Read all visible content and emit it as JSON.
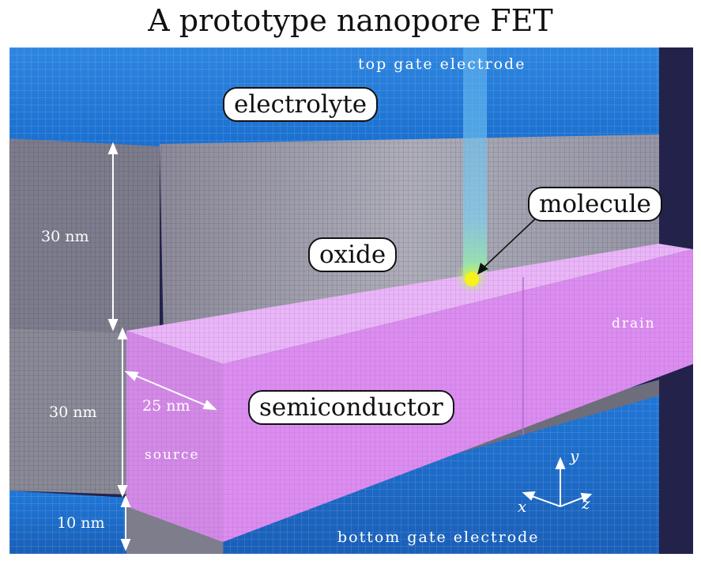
{
  "title": "A prototype nanopore FET",
  "labels": {
    "top_gate": "top gate electrode",
    "bottom_gate": "bottom gate electrode",
    "electrolyte": "electrolyte",
    "oxide": "oxide",
    "molecule": "molecule",
    "semiconductor": "semiconductor",
    "source": "source",
    "drain": "drain"
  },
  "dimensions": {
    "oxide_thickness": "30 nm",
    "semiconductor_thickness": "30 nm",
    "bottom_oxide_thickness": "10 nm",
    "semiconductor_width": "25 nm"
  },
  "axes": {
    "x": "x",
    "y": "y",
    "z": "z"
  },
  "colors": {
    "electrode_blue": "#1f6fd0",
    "oxide_gray": "#9a99a8",
    "semiconductor_violet": "#dc8ef0",
    "molecule_yellow": "#f6f21a",
    "background_navy": "#23224a"
  }
}
